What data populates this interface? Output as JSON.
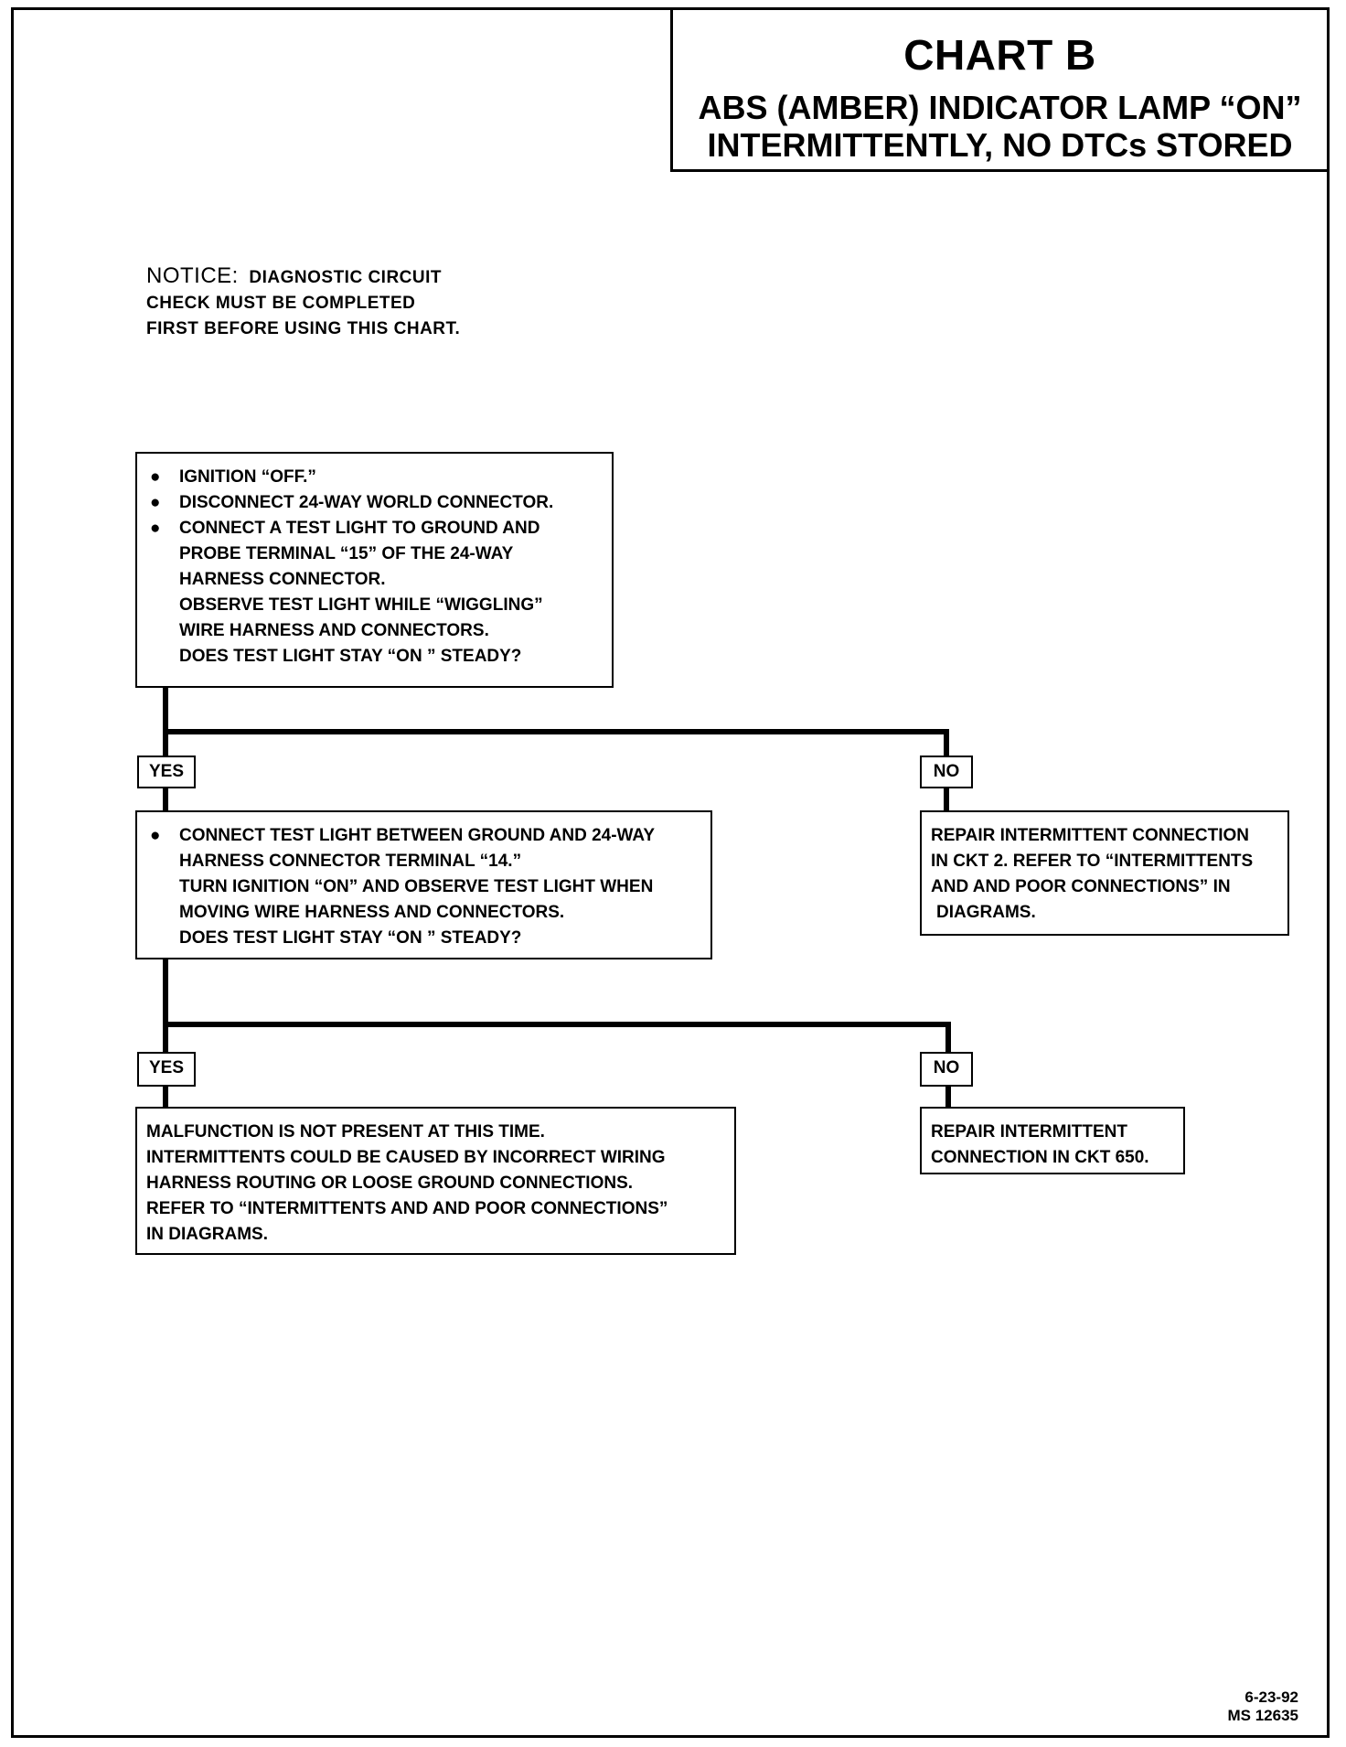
{
  "title": {
    "main": "CHART B",
    "line1": "ABS (AMBER) INDICATOR LAMP “ON”",
    "line2": "INTERMITTENTLY, NO DTCs STORED"
  },
  "notice": {
    "head": "NOTICE:",
    "line1": "DIAGNOSTIC CIRCUIT",
    "line2": "CHECK MUST BE COMPLETED",
    "line3": "FIRST BEFORE USING THIS CHART."
  },
  "step1": {
    "bullet1": "IGNITION “OFF.”",
    "bullet2": "DISCONNECT 24-WAY WORLD CONNECTOR.",
    "bullet3_line1": "CONNECT A TEST LIGHT TO GROUND AND",
    "bullet3_line2": "PROBE TERMINAL “15” OF THE 24-WAY",
    "bullet3_line3": "HARNESS CONNECTOR.",
    "line4": "OBSERVE TEST LIGHT WHILE “WIGGLING”",
    "line5": "WIRE HARNESS AND CONNECTORS.",
    "question": "DOES TEST LIGHT STAY “ON ” STEADY?"
  },
  "yes_label": "YES",
  "no_label": "NO",
  "step1_no": {
    "line1": "REPAIR INTERMITTENT CONNECTION",
    "line2": "IN CKT 2. REFER TO “INTERMITTENTS",
    "line3": "AND AND POOR CONNECTIONS” IN",
    "line4": "DIAGRAMS."
  },
  "step2": {
    "bullet1_line1": "CONNECT TEST LIGHT BETWEEN GROUND AND 24-WAY",
    "bullet1_line2": "HARNESS CONNECTOR TERMINAL “14.”",
    "line3": "TURN IGNITION “ON” AND OBSERVE TEST LIGHT WHEN",
    "line4": "MOVING WIRE HARNESS AND CONNECTORS.",
    "question": "DOES TEST LIGHT STAY “ON ” STEADY?"
  },
  "step2_yes": {
    "line1": "MALFUNCTION IS NOT PRESENT AT THIS TIME.",
    "line2": "INTERMITTENTS COULD BE CAUSED BY INCORRECT WIRING",
    "line3": "HARNESS ROUTING OR LOOSE GROUND CONNECTIONS.",
    "line4": "REFER TO “INTERMITTENTS AND AND POOR CONNECTIONS”",
    "line5": "IN DIAGRAMS."
  },
  "step2_no": {
    "line1": "REPAIR INTERMITTENT",
    "line2": "CONNECTION IN CKT 650."
  },
  "footer": {
    "date": "6-23-92",
    "code": "MS 12635"
  }
}
